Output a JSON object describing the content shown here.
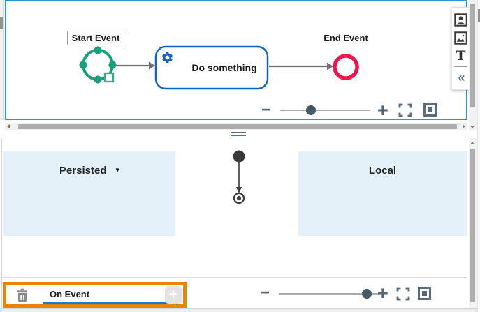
{
  "process_canvas": {
    "start_event_label": "Start Event",
    "task_label": "Do something",
    "end_event_label": "End Event"
  },
  "zoom_controls": {
    "zoom_out": "−",
    "zoom_in": "+"
  },
  "side_toolbar": {
    "items": [
      {
        "name": "portrait-image"
      },
      {
        "name": "image"
      },
      {
        "name": "text",
        "glyph": "T"
      },
      {
        "name": "collapse",
        "glyph": "«"
      }
    ]
  },
  "data_panel": {
    "persisted_label": "Persisted",
    "persisted_caret": "▾",
    "local_label": "Local"
  },
  "event_bar": {
    "event_name": "On Event",
    "add_label": "+"
  },
  "colors": {
    "canvas_border_blue": "#2B95D6",
    "task_blue": "#1565C0",
    "start_event_green": "#18A17B",
    "end_event_red": "#EE164E",
    "panel_box_blue": "#E5F1F8",
    "highlight_orange": "#E8830C",
    "input_underline_blue": "#1F7EC0",
    "icon_slate": "#5A6B7B"
  }
}
